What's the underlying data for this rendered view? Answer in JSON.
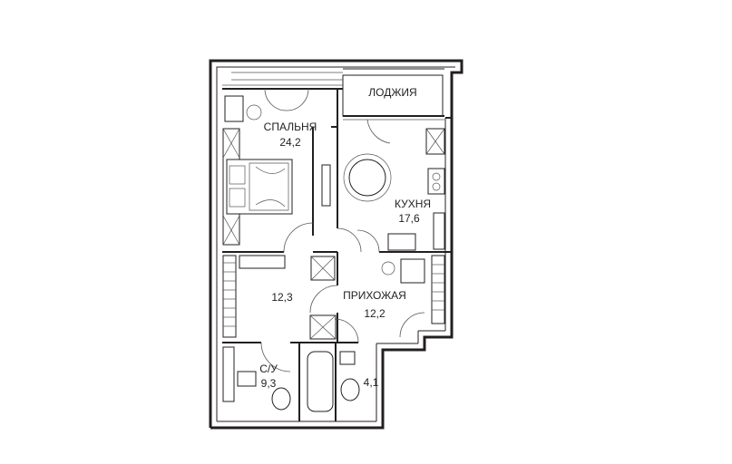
{
  "rooms": [
    {
      "key": "loggia",
      "name": "ЛОДЖИЯ",
      "area": ""
    },
    {
      "key": "bedroom",
      "name": "СПАЛЬНЯ",
      "area": "24,2"
    },
    {
      "key": "kitchen",
      "name": "КУХНЯ",
      "area": "17,6"
    },
    {
      "key": "dressing",
      "name": "",
      "area": "12,3"
    },
    {
      "key": "hallway",
      "name": "ПРИХОЖАЯ",
      "area": "12,2"
    },
    {
      "key": "bathroom",
      "name": "С/У",
      "area": "9,3"
    },
    {
      "key": "wc",
      "name": "",
      "area": "4,1"
    }
  ]
}
